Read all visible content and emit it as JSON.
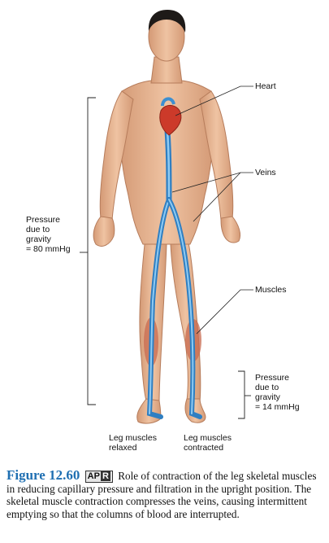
{
  "labels": {
    "heart": "Heart",
    "veins": "Veins",
    "muscles": "Muscles",
    "pressure_left": "Pressure\ndue to\ngravity\n= 80 mmHg",
    "pressure_right": "Pressure\ndue to\ngravity\n= 14 mmHg",
    "leg_relaxed": "Leg muscles\nrelaxed",
    "leg_contracted": "Leg muscles\ncontracted"
  },
  "caption": {
    "figure_number": "Figure 12.60",
    "badge_ap": "AP",
    "badge_r": "R",
    "text": "Role of contraction of the leg skeletal muscles in reducing capillary pressure and filtration in the upright position. The skeletal muscle contraction compresses the veins, causing intermittent emptying so that the columns of blood are interrupted."
  },
  "colors": {
    "skin": "#e8b592",
    "skin_shadow": "#c98e6b",
    "hair": "#1e1a18",
    "vein": "#3d8fd1",
    "vein_light": "#7fc0ef",
    "muscle": "#c96a4f",
    "heart": "#cc3a2a",
    "figure_number": "#1f6fb2"
  }
}
